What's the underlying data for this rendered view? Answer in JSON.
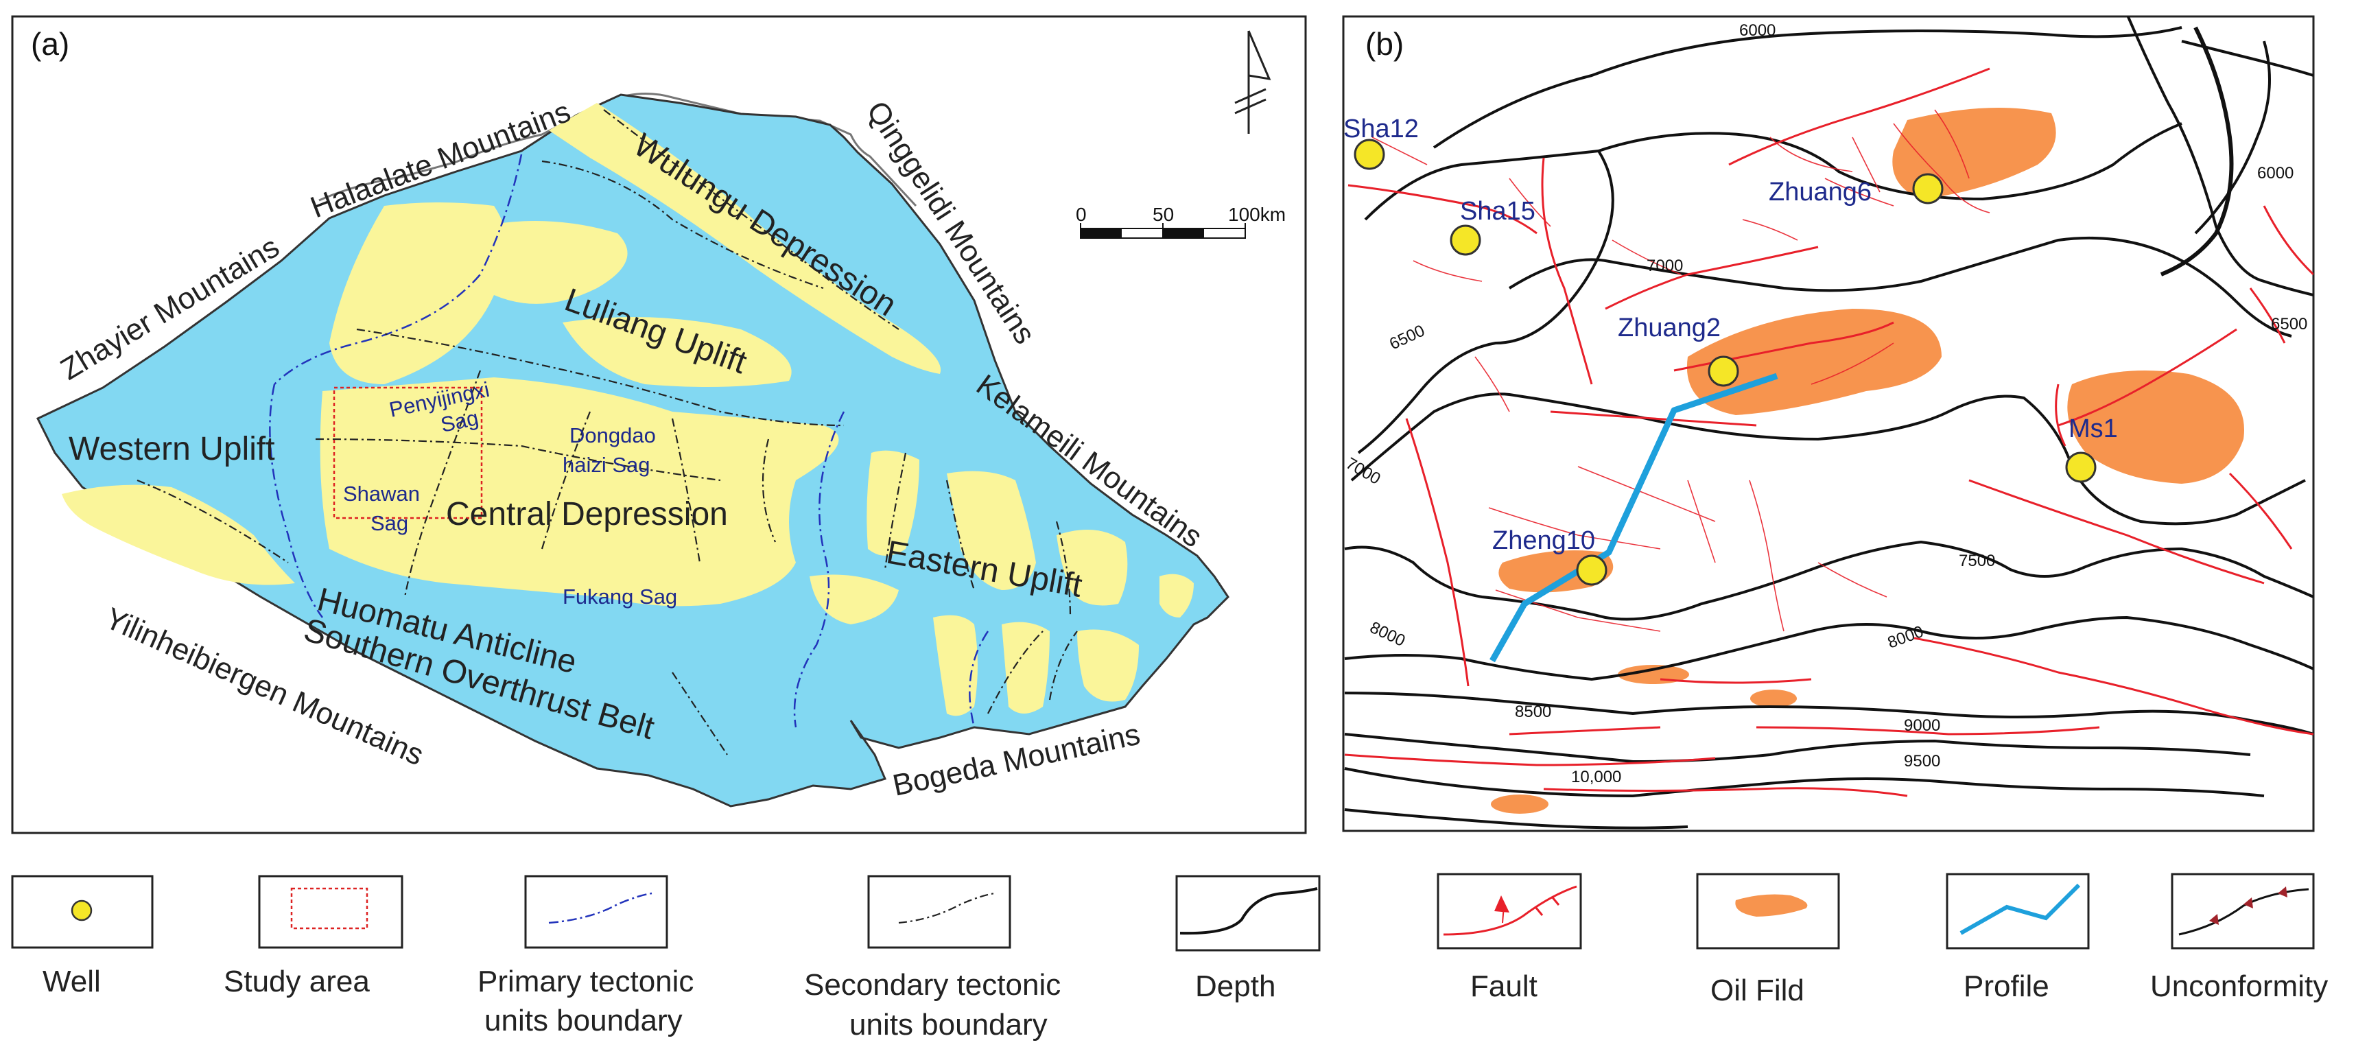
{
  "panel_a": {
    "letter": "(a)",
    "mountains": {
      "halaalate": "Halaalate Mountains",
      "zhayier": "Zhayier Mountains",
      "qinggelidi": "Qinggelidi Mountains",
      "kelameili": "Kelameili Mountains",
      "yilinheibiergen": "Yilinheibiergen Mountains",
      "bogeda": "Bogeda Mountains"
    },
    "units": {
      "wulungu": "Wulungu Depression",
      "luliang": "Luliang Uplift",
      "western": "Western Uplift",
      "central": "Central Depression",
      "eastern": "Eastern Uplift",
      "huomatu": "Huomatu Anticline",
      "southern": "Southern Overthrust Belt"
    },
    "sags": {
      "penyijingxi_1": "Penyijingxi",
      "penyijingxi_2": "Sag",
      "dongdao_1": "Dongdao",
      "dongdao_2": "haizi Sag",
      "shawan_1": "Shawan",
      "shawan_2": "Sag",
      "fukang": "Fukang Sag"
    },
    "scale": {
      "t0": "0",
      "t1": "50",
      "t2": "100km"
    }
  },
  "panel_b": {
    "letter": "(b)",
    "wells": {
      "sha12": "Sha12",
      "sha15": "Sha15",
      "zhuang6": "Zhuang6",
      "zhuang2": "Zhuang2",
      "ms1": "Ms1",
      "zheng10": "Zheng10"
    },
    "contours": {
      "c6000a": "6000",
      "c6000b": "6000",
      "c6500a": "6500",
      "c6500b": "6500",
      "c7000a": "7000",
      "c7000b": "7000",
      "c7500": "7500",
      "c8000a": "8000",
      "c8000b": "8000",
      "c8500": "8500",
      "c9000": "9000",
      "c9500": "9500",
      "c10000": "10,000"
    }
  },
  "legend": {
    "well": "Well",
    "study_area": "Study area",
    "primary_1": "Primary tectonic",
    "primary_2": "units boundary",
    "secondary_1": "Secondary tectonic",
    "secondary_2": "units boundary",
    "depth": "Depth",
    "fault": "Fault",
    "oil_field": "Oil Fild",
    "profile": "Profile",
    "unconformity": "Unconformity"
  },
  "colors": {
    "uplift_blue": "#82D8F2",
    "depression_yellow": "#FAF59A",
    "fault_red": "#E8202A",
    "oil_orange": "#F7944E",
    "profile_blue": "#1EA0DC",
    "well_yellow": "#F5E627",
    "label_navy": "#1E2A8C"
  }
}
